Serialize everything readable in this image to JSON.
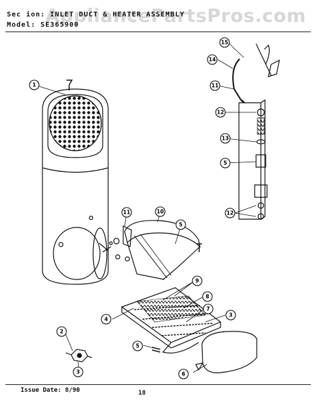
{
  "header": {
    "section_line": "Sec   ion:  INLET DUCT & HEATER ASSEMBLY",
    "model_line": "Model:  SE365900"
  },
  "watermark": "AppliancePartsPros.com",
  "footer": {
    "issue_date": "Issue Date: 8/90",
    "page_number": "18"
  },
  "callouts": {
    "c1": "1",
    "c2": "2",
    "c3a": "3",
    "c3b": "3",
    "c4": "4",
    "c5a": "5",
    "c5b": "5",
    "c5c": "5",
    "c6": "6",
    "c7": "7",
    "c8": "8",
    "c9": "9",
    "c10": "10",
    "c11a": "11",
    "c11b": "11",
    "c12a": "12",
    "c12b": "12",
    "c13": "13",
    "c14": "14",
    "c15": "15"
  },
  "colors": {
    "line": "#111111",
    "watermark": "#969696",
    "background": "#ffffff"
  }
}
